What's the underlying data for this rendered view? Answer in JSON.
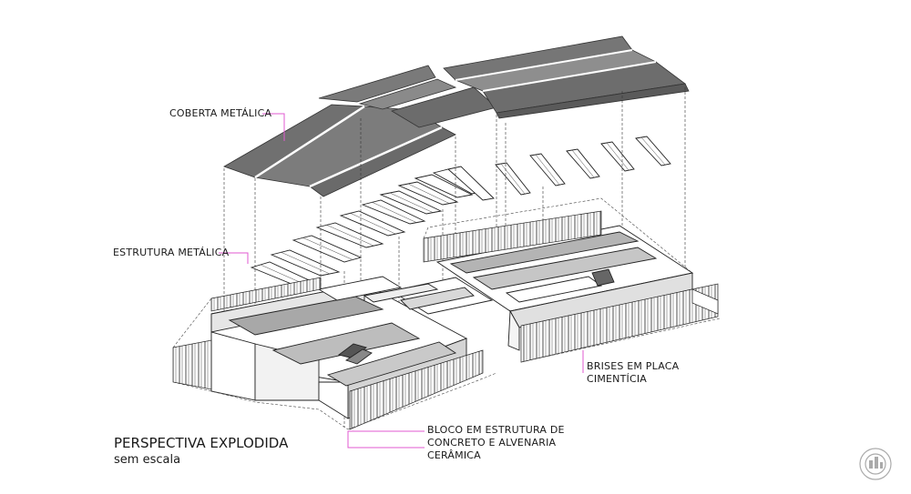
{
  "labels": {
    "roof": "COBERTA METÁLICA",
    "structure": "ESTRUTURA METÁLICA",
    "brise_line1": "BRISES EM PLACA",
    "brise_line2": "CIMENTÍCIA",
    "block_line1": "BLOCO EM ESTRUTURA DE",
    "block_line2": "CONCRETO E ALVENARIA",
    "block_line3": "CERÂMICA"
  },
  "title": {
    "main": "PERSPECTIVA EXPLODIDA",
    "sub": "sem escala"
  },
  "colors": {
    "roof_dark": "#6e6e6e",
    "roof_light": "#9a9a9a",
    "leader": "#e05ad0",
    "line": "#222222",
    "shade": "#cfcfcf",
    "shade_dark": "#a8a8a8"
  },
  "watermark_icon": "archdaily-logo-icon"
}
